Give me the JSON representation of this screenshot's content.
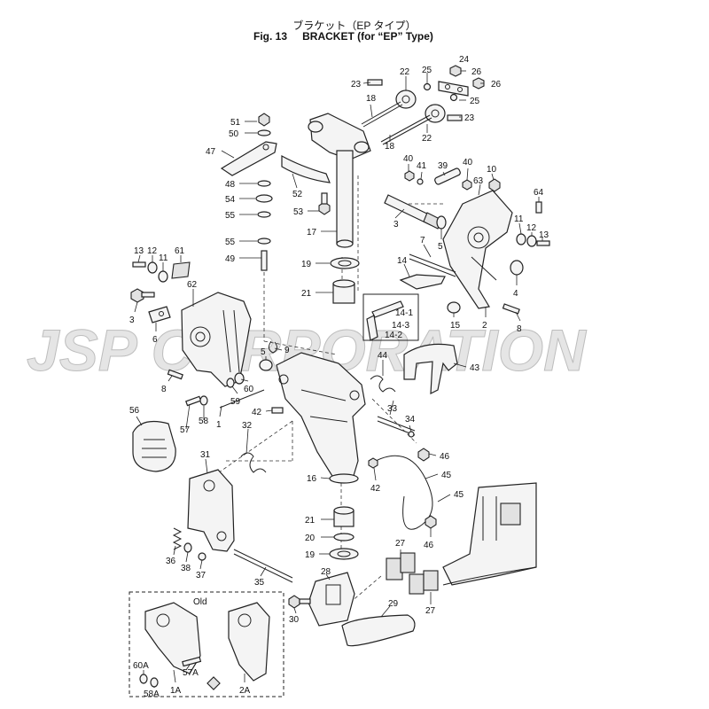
{
  "header": {
    "title_jp": "ブラケット（EP タイプ）",
    "fig_no": "Fig. 13",
    "title_en": "BRACKET (for “EP” Type)"
  },
  "watermark": "JSP CORPORATION",
  "old_box_label": "Old",
  "callouts": {
    "c24": "24",
    "c22a": "22",
    "c25a": "25",
    "c26a": "26",
    "c23a": "23",
    "c26b": "26",
    "c25b": "25",
    "c18a": "18",
    "c23b": "23",
    "c22b": "22",
    "c18b": "18",
    "c51": "51",
    "c50": "50",
    "c47": "47",
    "c52": "52",
    "c48": "48",
    "c54": "54",
    "c55a": "55",
    "c53": "53",
    "c17": "17",
    "c55b": "55",
    "c49": "49",
    "c19a": "19",
    "c21a": "21",
    "c40a": "40",
    "c41": "41",
    "c39": "39",
    "c40b": "40",
    "c10": "10",
    "c63": "63",
    "c64": "64",
    "c3a": "3",
    "c5a": "5",
    "c7": "7",
    "c14": "14",
    "c11a": "11",
    "c12a": "12",
    "c13a": "13",
    "c4": "4",
    "c2": "2",
    "c8a": "8",
    "c15": "15",
    "c14_1": "14-1",
    "c14_3": "14-3",
    "c14_2": "14-2",
    "c13b": "13",
    "c12b": "12",
    "c11b": "11",
    "c61": "61",
    "c62": "62",
    "c3b": "3",
    "c6": "6",
    "c9": "9",
    "c5b": "5",
    "c8b": "8",
    "c60": "60",
    "c59": "59",
    "c1": "1",
    "c44": "44",
    "c43": "43",
    "c33": "33",
    "c42a": "42",
    "c34": "34",
    "c56": "56",
    "c57": "57",
    "c58": "58",
    "c32": "32",
    "c31": "31",
    "c46a": "46",
    "c45a": "45",
    "c16": "16",
    "c42b": "42",
    "c45b": "45",
    "c21b": "21",
    "c20": "20",
    "c19b": "19",
    "c46b": "46",
    "c27a": "27",
    "c36": "36",
    "c38": "38",
    "c37": "37",
    "c35": "35",
    "c28": "28",
    "c27b": "27",
    "c30": "30",
    "c29": "29",
    "c60A": "60A",
    "c57A": "57A",
    "c58A": "58A",
    "c1A": "1A",
    "c2A": "2A"
  }
}
